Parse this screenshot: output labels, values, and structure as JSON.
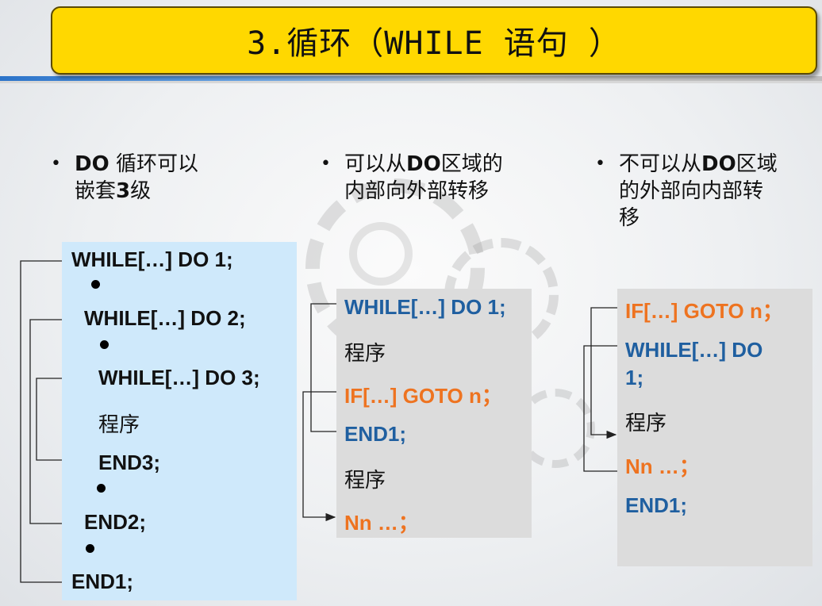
{
  "title": "3.循环（WHILE 语句 ）",
  "columns": [
    {
      "prefix_bold": "DO",
      "text": " 循环可以",
      "line2_pre": "嵌套",
      "line2_bold": "3",
      "line2_post": "级"
    },
    {
      "line1_pre": "可以从",
      "line1_bold": "DO",
      "line1_post": "区域的",
      "line2": "内部向外部转移"
    },
    {
      "line1_pre": "不可以从",
      "line1_bold": "DO",
      "line1_post": "区域",
      "line2": "的外部向内部转",
      "line3": "移"
    }
  ],
  "bullet_symbol": "•",
  "panel1": {
    "lines": [
      "WHILE[…] DO 1;",
      "WHILE[…] DO 2;",
      "WHILE[…] DO 3;",
      "程序",
      "END3;",
      "END2;",
      "END1;"
    ]
  },
  "panel2": {
    "lines": [
      "WHILE[…] DO 1;",
      "程序",
      "IF[…] GOTO n；",
      "END1;",
      "程序",
      "Nn …；"
    ]
  },
  "panel3": {
    "lines": [
      "IF[…] GOTO n；",
      " WHILE[…] DO",
      "1;",
      "程序",
      "Nn …；",
      "END1;"
    ]
  },
  "colors": {
    "title_bg": "#ffd800",
    "panel1_bg": "#cfe9fb",
    "panel_gray_bg": "#dcdcdc",
    "blue_text": "#1f5fa0",
    "orange_text": "#ee7320"
  }
}
